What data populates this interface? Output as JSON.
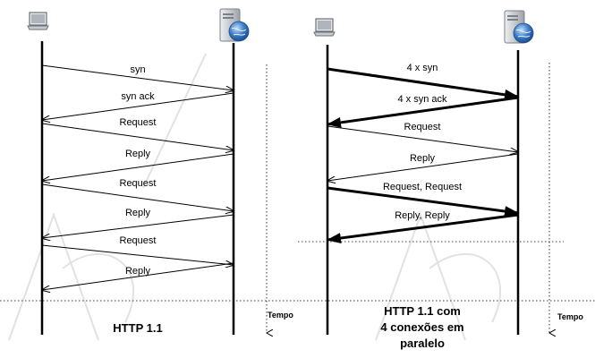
{
  "left_diagram": {
    "messages": [
      {
        "label": "syn",
        "dir": "right"
      },
      {
        "label": "syn ack",
        "dir": "left"
      },
      {
        "label": "Request",
        "dir": "right"
      },
      {
        "label": "Reply",
        "dir": "left"
      },
      {
        "label": "Request",
        "dir": "right"
      },
      {
        "label": "Reply",
        "dir": "left"
      },
      {
        "label": "Request",
        "dir": "right"
      },
      {
        "label": "Reply",
        "dir": "left"
      }
    ],
    "title": "HTTP 1.1",
    "time_label": "Tempo"
  },
  "right_diagram": {
    "messages": [
      {
        "label": "4 x syn",
        "dir": "right",
        "thick": true
      },
      {
        "label": "4 x syn ack",
        "dir": "left",
        "thick": true
      },
      {
        "label": "Request",
        "dir": "right",
        "thick": false
      },
      {
        "label": "Reply",
        "dir": "left",
        "thick": false
      },
      {
        "label": "Request, Request",
        "dir": "right",
        "thick": true
      },
      {
        "label": "Reply, Reply",
        "dir": "left",
        "thick": true
      }
    ],
    "title_lines": [
      "HTTP 1.1 com",
      "4 conexões em",
      "paralelo"
    ],
    "time_label": "Tempo"
  },
  "icons": {
    "client": "laptop-computer-icon",
    "server": "server-globe-icon"
  },
  "colors": {
    "line": "#000000",
    "watermark": "#d8d8d8",
    "globe": "#3a78c2",
    "server_body": "#c9cdd2"
  }
}
